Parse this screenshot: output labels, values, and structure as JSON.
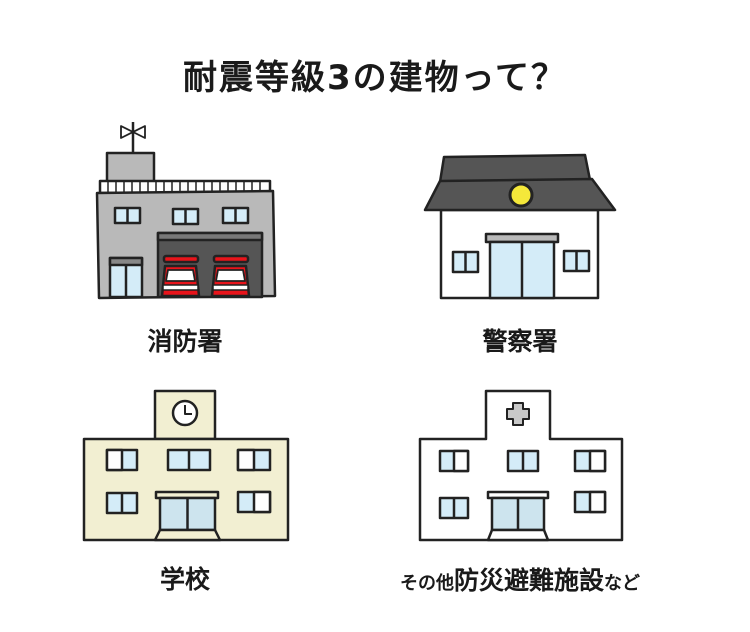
{
  "title": "耐震等級3の建物って？",
  "buildings": [
    {
      "label": "消防署"
    },
    {
      "label": "警察署"
    },
    {
      "label": "学校"
    },
    {
      "label_prefix": "その他",
      "label_main": "防災避難施設",
      "label_suffix": "など"
    }
  ],
  "colors": {
    "fire_station_wall": "#b9b9b9",
    "garage": "#555555",
    "fire_truck": "#e8141b",
    "police_roof": "#555555",
    "police_emblem": "#f5e83a",
    "school_wall": "#f2efd2",
    "window_glass": "#d4ecf8",
    "hospital_cross": "#c8c8c8"
  }
}
